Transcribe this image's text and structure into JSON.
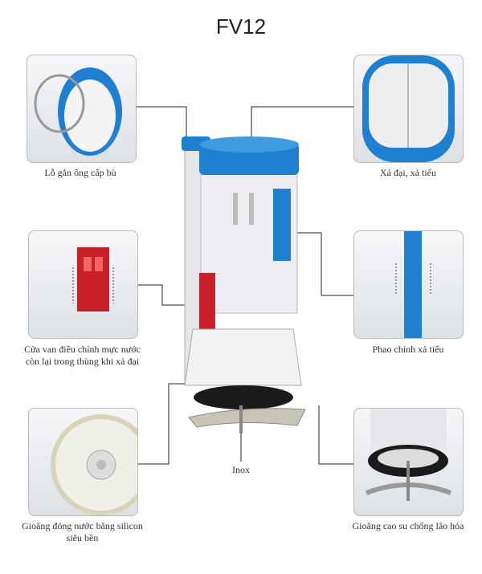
{
  "title": "FV12",
  "callouts": {
    "top_left": "Lỗ gắn ống cấp bù",
    "top_right": "Xả đại, xả tiểu",
    "mid_left": "Cửa van điều chỉnh mực nước còn lại trong thùng khi xả đại",
    "mid_right": "Phao chỉnh xả tiểu",
    "center_bottom": "Inox",
    "bottom_left": "Gioăng đóng nước bằng silicon siêu bền",
    "bottom_right": "Gioăng cao su chống lão hóa"
  },
  "colors": {
    "blue": "#1f7fd0",
    "red": "#c8202a",
    "gasket": "#1a1a1a"
  }
}
